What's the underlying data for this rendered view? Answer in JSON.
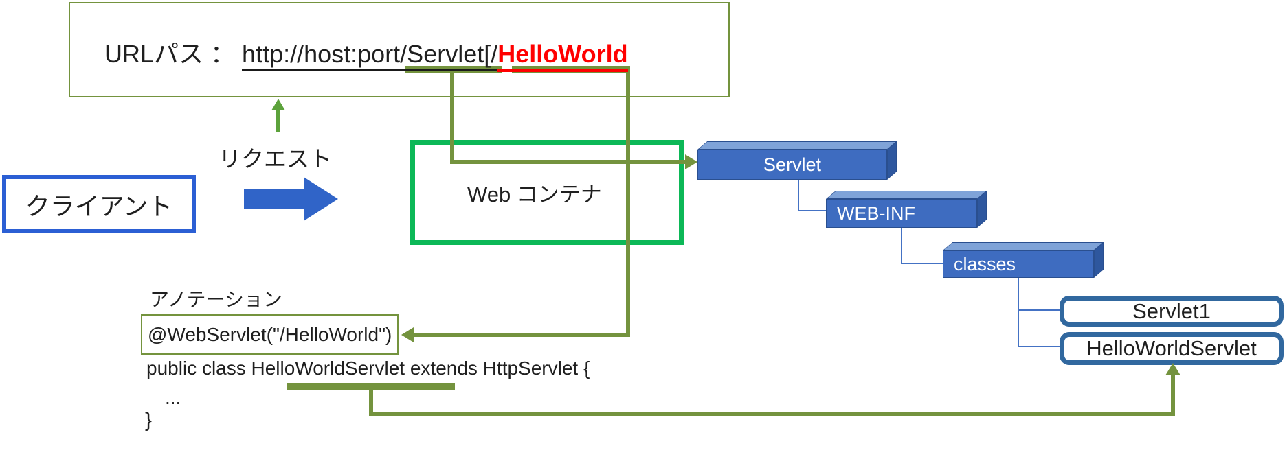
{
  "url_box": {
    "label": "URLパス ：",
    "path_prefix": "http://host:port/Servlet[/",
    "path_highlight": "HelloWorld"
  },
  "request_label": "リクエスト",
  "client_label": "クライアント",
  "web_container_label": "Web コンテナ",
  "tree": {
    "folders": [
      {
        "label": "Servlet"
      },
      {
        "label": "WEB-INF"
      },
      {
        "label": "classes"
      }
    ],
    "files": [
      {
        "label": "Servlet1"
      },
      {
        "label": "HelloWorldServlet"
      }
    ]
  },
  "annotation": {
    "heading": "アノテーション",
    "code": "@WebServlet(\"/HelloWorld\")"
  },
  "code_block": {
    "line1": "public class HelloWorldServlet extends HttpServlet {",
    "line2": "...",
    "line3": "}"
  },
  "colors": {
    "olive_green": "#74933E",
    "request_arrow_green": "#5CA23B",
    "container_green": "#0CB857",
    "client_border_blue": "#2B5FD4",
    "flow_arrow_blue": "#3064C8",
    "cube_front_blue": "#3E6CC0",
    "cube_top_blue": "#7FA3D8",
    "cube_side_blue": "#2E579E",
    "connector_blue": "#4472C4",
    "file_box_border": "#31689F",
    "highlight_red": "#FF0000"
  }
}
